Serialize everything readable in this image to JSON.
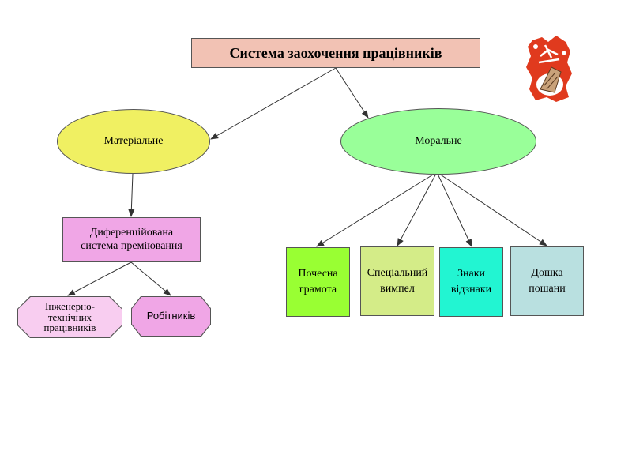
{
  "diagram": {
    "root": "Система заохочення працівників",
    "material": "Матеріальне",
    "moral": "Моральне",
    "differentiated": "Диференційована система преміювання",
    "engineers": "Інженерно-технічних працівників",
    "workers": "Робітників",
    "moral_items": [
      "Почесна грамота",
      "Спеціальний вимпел",
      "Знаки відзнаки",
      "Дошка пошани"
    ]
  },
  "colors": {
    "root_fill": "#f2c2b4",
    "material_fill": "#f0f062",
    "moral_fill": "#99ff99",
    "differentiated_fill": "#f0a6e6",
    "engineers_fill": "#f8cdf0",
    "workers_fill": "#f0a6e6",
    "item1_fill": "#99ff33",
    "item2_fill": "#d4ec88",
    "item3_fill": "#22f5d2",
    "item4_fill": "#b9e0e0",
    "logo_red": "#e03a1e"
  },
  "icons": {
    "logo": "award-emblem-icon"
  }
}
